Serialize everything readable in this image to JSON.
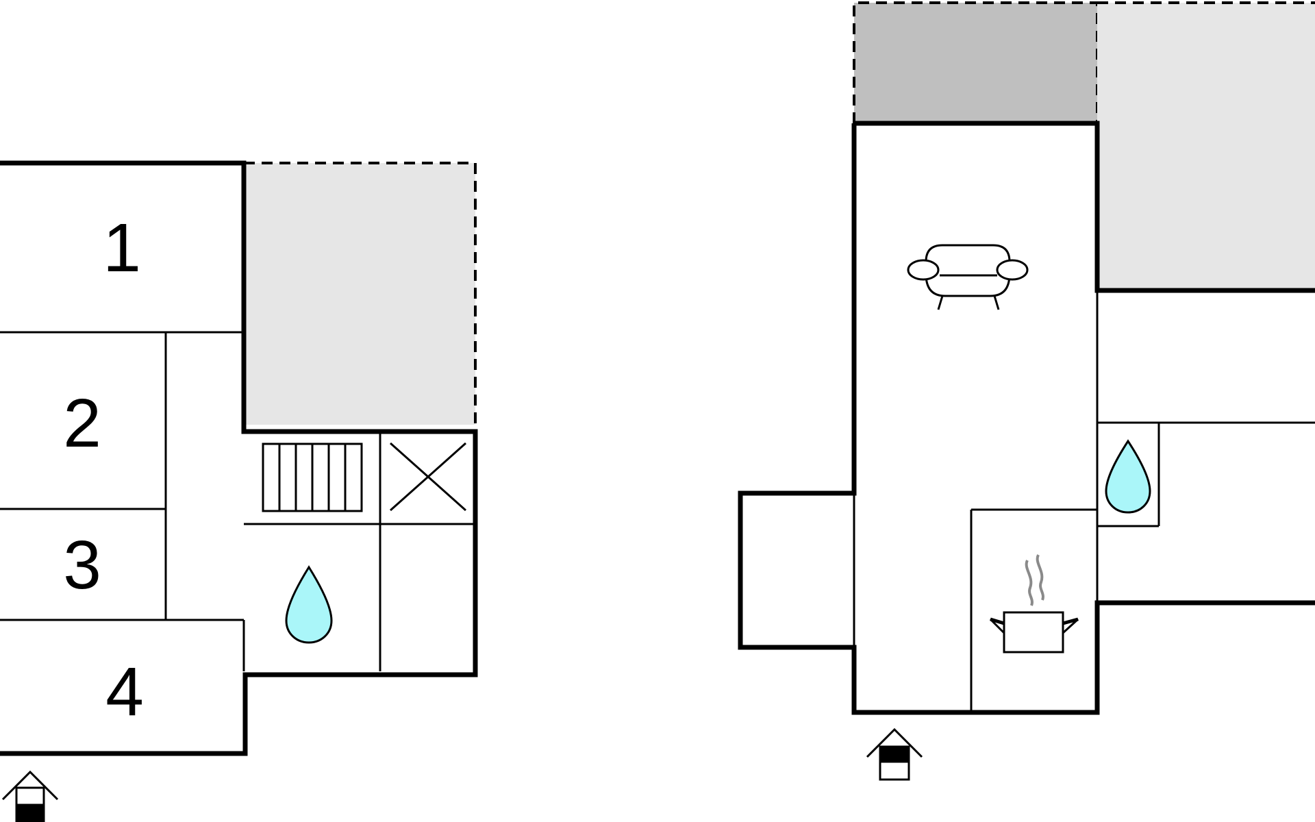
{
  "colors": {
    "wall": "#000000",
    "background": "#ffffff",
    "terrace": "#e6e6e6",
    "covered_terrace": "#bfbfbf",
    "water": "#aaf6f9",
    "steam": "#8a8a8a"
  },
  "floors": [
    {
      "name": "ground-floor-left",
      "rooms": [
        {
          "label": "1"
        },
        {
          "label": "2"
        },
        {
          "label": "3"
        },
        {
          "label": "4"
        }
      ],
      "icons": [
        "bathroom-drop-icon",
        "stairs-icon",
        "void-cross-icon",
        "entrance-icon"
      ]
    },
    {
      "name": "ground-floor-right",
      "rooms": [],
      "icons": [
        "sofa-icon",
        "bathroom-drop-icon",
        "kitchen-pot-icon",
        "entrance-icon"
      ]
    }
  ]
}
